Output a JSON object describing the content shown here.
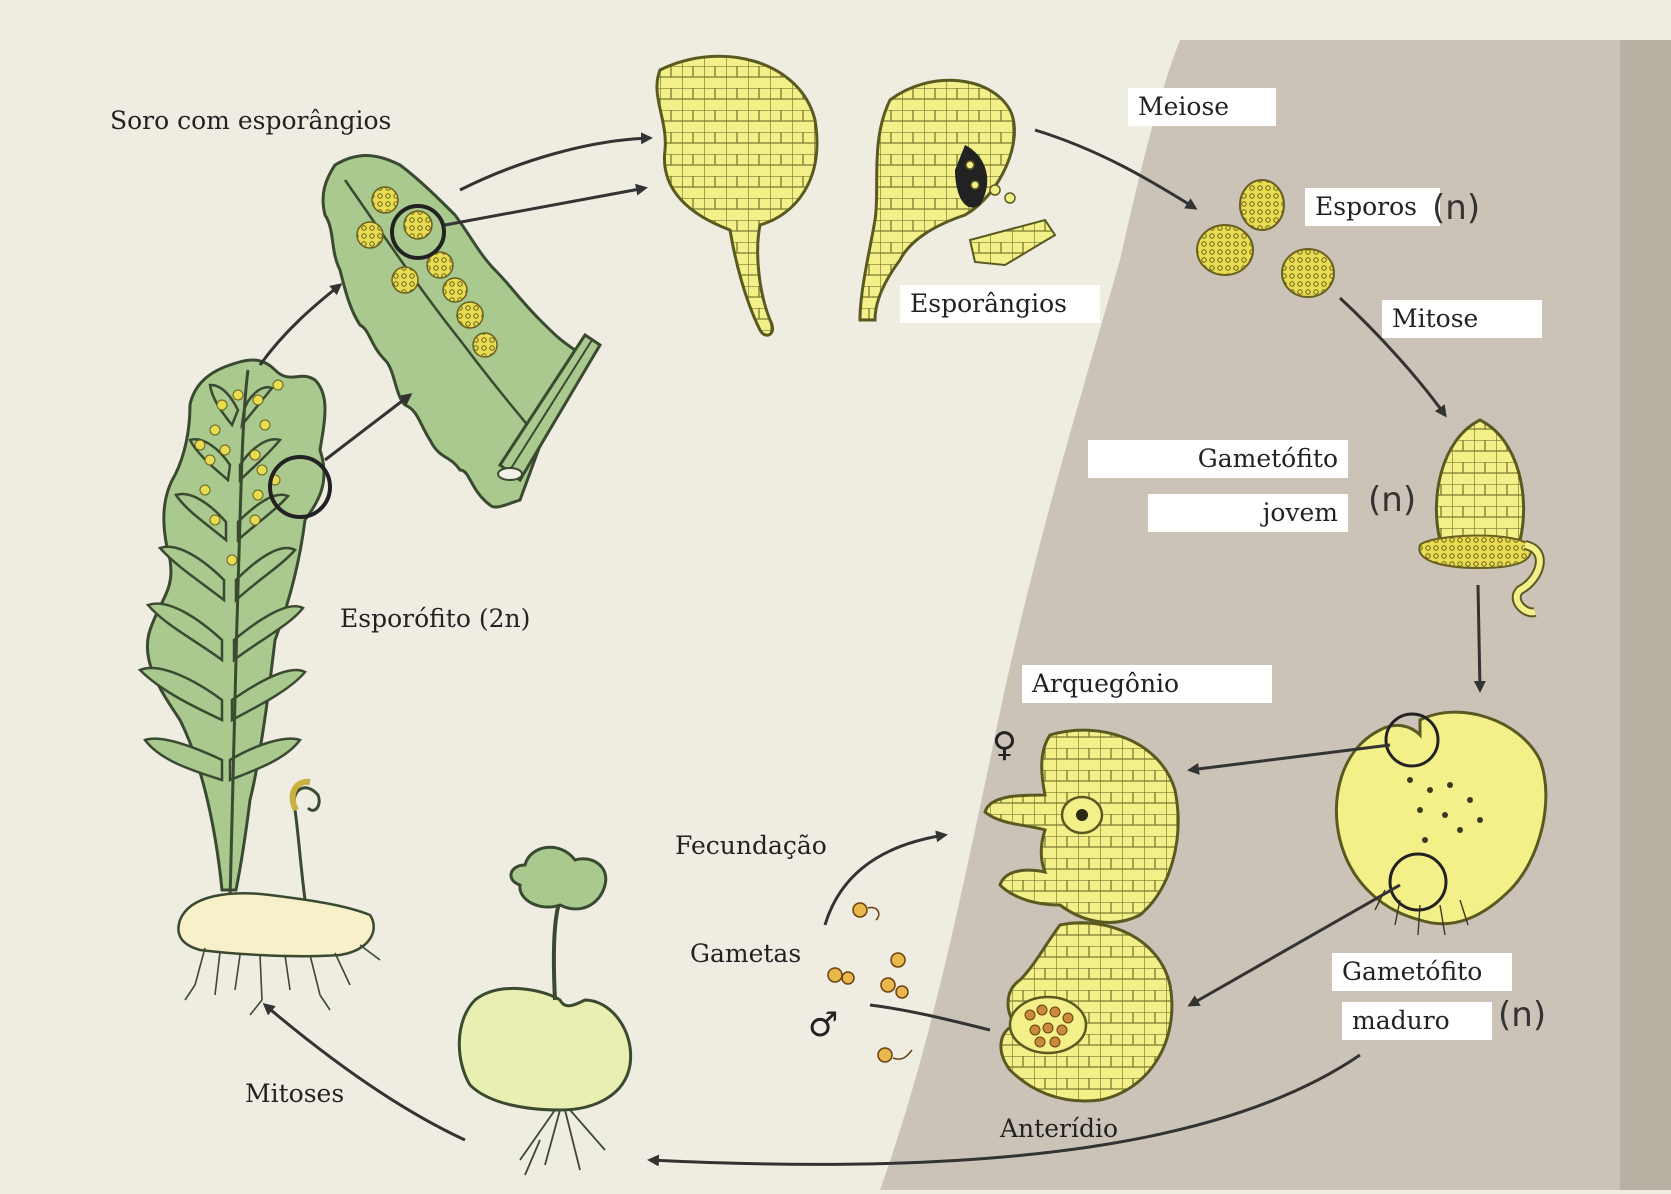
{
  "labels": {
    "soro": "Soro com esporângios",
    "meiose": "Meiose",
    "esporos": "Esporos",
    "esporos_ploidy": "(n)",
    "esporangios": "Esporângios",
    "mitose_top": "Mitose",
    "gametofito_jovem_1": "Gametófito",
    "gametofito_jovem_2": "jovem",
    "gametofito_jovem_ploidy": "(n)",
    "esporofito": "Esporófito (2n)",
    "arquegonio": "Arquegônio",
    "fecundacao": "Fecundação",
    "gametas": "Gametas",
    "gametofito_maduro_1": "Gametófito",
    "gametofito_maduro_2": "maduro",
    "gametofito_maduro_ploidy": "(n)",
    "anteridio": "Anterídio",
    "mitoses": "Mitoses"
  },
  "symbols": {
    "female": "♀",
    "male": "♂"
  },
  "colors": {
    "background": "#efece2",
    "shaded_zone": "#cbc3b8",
    "leaf_green": "#a9c98f",
    "leaf_outline": "#3a4a30",
    "cell_yellow": "#f3f08a",
    "cell_outline": "#5a5a20",
    "spore_yellow": "#e8dc50",
    "arrow": "#333333"
  }
}
